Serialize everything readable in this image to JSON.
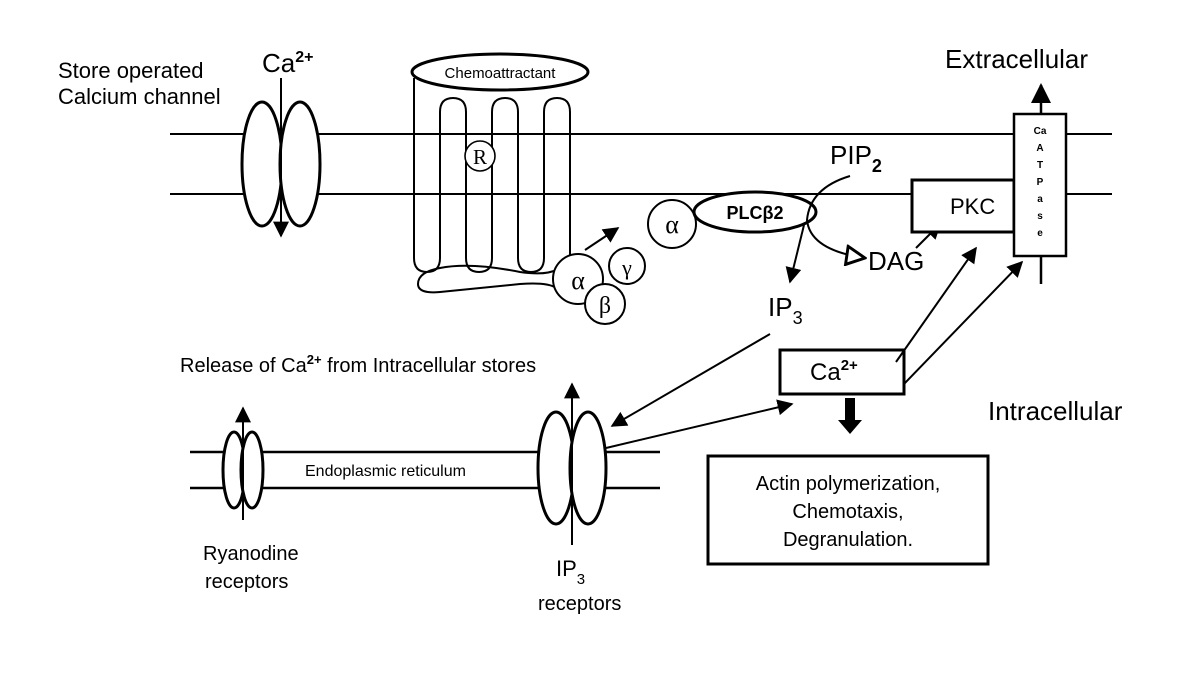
{
  "labels": {
    "store_operated_line1": "Store operated",
    "store_operated_line2": "Calcium channel",
    "ca_plasma": "Ca",
    "ca_plasma_sup": "2+",
    "chemoattractant": "Chemoattractant",
    "receptor": "R",
    "extracellular": "Extracellular",
    "intracellular": "Intracellular",
    "pip": "PIP",
    "pip_sub": "2",
    "plcb2": "PLCβ2",
    "alpha_plc": "α",
    "alpha_g": "α",
    "beta_g": "β",
    "gamma_g": "γ",
    "pkc": "PKC",
    "dag": "DAG",
    "atpase_letters": [
      "Ca",
      "A",
      "T",
      "P",
      "a",
      "s",
      "e"
    ],
    "ip3": "IP",
    "ip3_sub": "3",
    "release_prefix": "Release of Ca",
    "release_sup": "2+",
    "release_suffix": " from Intracellular stores",
    "er": "Endoplasmic reticulum",
    "ryanodine_line1": "Ryanodine",
    "ryanodine_line2": "receptors",
    "ip3r_line1": "IP",
    "ip3r_sub": "3",
    "ip3r_line2": "receptors",
    "ca_box": "Ca",
    "ca_box_sup": "2+",
    "outcome_line1": "Actin polymerization,",
    "outcome_line2": "Chemotaxis,",
    "outcome_line3": "Degranulation."
  }
}
